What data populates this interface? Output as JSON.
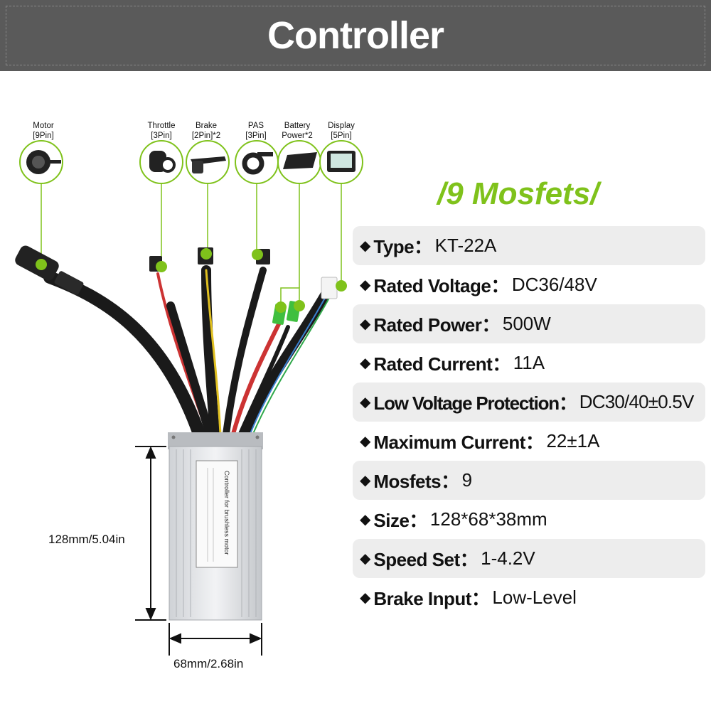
{
  "header": {
    "title": "Controller"
  },
  "connectors": [
    {
      "name": "Motor",
      "pins": "[9Pin]"
    },
    {
      "name": "Throttle",
      "pins": "[3Pin]"
    },
    {
      "name": "Brake",
      "pins": "[2Pin]*2"
    },
    {
      "name": "PAS",
      "pins": "[3Pin]"
    },
    {
      "name": "Battery",
      "pins": "Power*2"
    },
    {
      "name": "Display",
      "pins": "[5Pin]"
    }
  ],
  "subtitle": "/9 Mosfets/",
  "specs": [
    {
      "key": "Type：",
      "value": "KT-22A"
    },
    {
      "key": "Rated Voltage：",
      "value": "DC36/48V"
    },
    {
      "key": "Rated Power：",
      "value": "500W"
    },
    {
      "key": "Rated Current：",
      "value": "11A"
    },
    {
      "key": "Low Voltage Protection：",
      "value": "DC30/40±0.5V"
    },
    {
      "key": "Maximum Current：",
      "value": "22±1A"
    },
    {
      "key": "Mosfets：",
      "value": "9"
    },
    {
      "key": "Size：",
      "value": "128*68*38mm"
    },
    {
      "key": "Speed Set：",
      "value": "1-4.2V"
    },
    {
      "key": "Brake Input：",
      "value": "Low-Level"
    }
  ],
  "dimensions": {
    "height": "128mm/5.04in",
    "width": "68mm/2.68in"
  },
  "label_text": "Controller for brushless motor",
  "colors": {
    "header_bg": "#5a5a5a",
    "accent_green": "#7fc21b",
    "row_shade": "#ededed"
  }
}
